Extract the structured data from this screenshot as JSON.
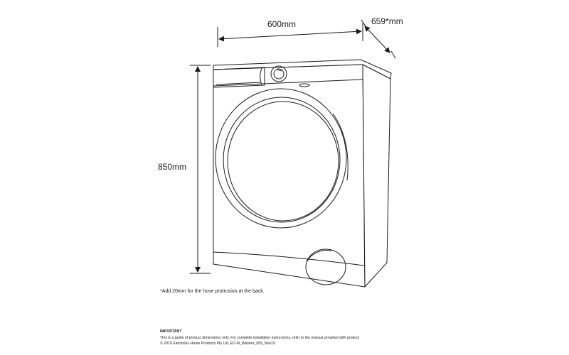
{
  "dimensions": {
    "width": "600mm",
    "depth": "659*mm",
    "height": "850mm"
  },
  "note": "*Add 20mm for the hose protrusion at the back.",
  "footer": {
    "heading": "IMPORTANT",
    "disclaimer": "This is a guide of product dimensions only. For complete installation instructions, refer to the manual provided with product",
    "copyright": "© 2019 Electrolux Home Products Pty Ltd. ED-M_Washer_659_Nov19"
  },
  "colors": {
    "line": "#1a1a1a",
    "background": "#ffffff"
  }
}
